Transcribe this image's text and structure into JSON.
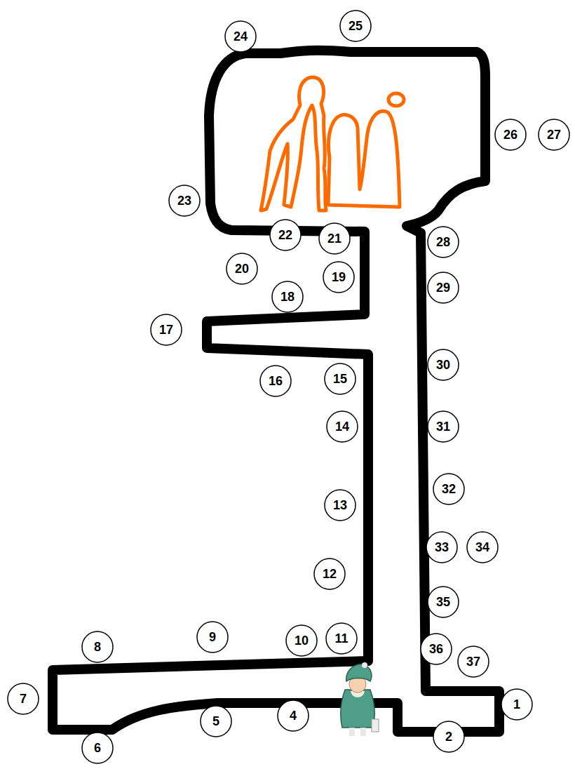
{
  "diagram": {
    "nodes": [
      {
        "text": [
          "1"
        ]
      },
      {
        "text": [
          "2"
        ]
      },
      {
        "text": [
          "4"
        ]
      },
      {
        "text": [
          "5"
        ]
      },
      {
        "text": [
          "6"
        ]
      },
      {
        "text": [
          "7"
        ]
      },
      {
        "text": [
          "8"
        ]
      },
      {
        "text": [
          "9"
        ]
      },
      {
        "text": [
          "10"
        ]
      },
      {
        "text": [
          "11"
        ]
      },
      {
        "text": [
          "12"
        ]
      },
      {
        "text": [
          "13"
        ]
      },
      {
        "text": [
          "14"
        ]
      },
      {
        "text": [
          "15"
        ]
      },
      {
        "text": [
          "16"
        ]
      },
      {
        "text": [
          "17"
        ]
      },
      {
        "text": [
          "18"
        ]
      },
      {
        "text": [
          "19"
        ]
      },
      {
        "text": [
          "20"
        ]
      },
      {
        "text": [
          "21"
        ]
      },
      {
        "text": [
          "22"
        ]
      },
      {
        "text": [
          "23"
        ]
      },
      {
        "text": [
          "24"
        ]
      },
      {
        "text": [
          "25"
        ]
      },
      {
        "text": [
          "26"
        ]
      },
      {
        "text": [
          "27"
        ]
      },
      {
        "text": [
          "28"
        ]
      },
      {
        "text": [
          "29"
        ]
      },
      {
        "text": [
          "30"
        ]
      },
      {
        "text": [
          "31"
        ]
      },
      {
        "text": [
          "32"
        ]
      },
      {
        "text": [
          "33"
        ]
      },
      {
        "text": [
          "34"
        ]
      },
      {
        "text": [
          "35"
        ]
      },
      {
        "text": [
          "36"
        ]
      },
      {
        "text": [
          "37"
        ]
      }
    ]
  }
}
